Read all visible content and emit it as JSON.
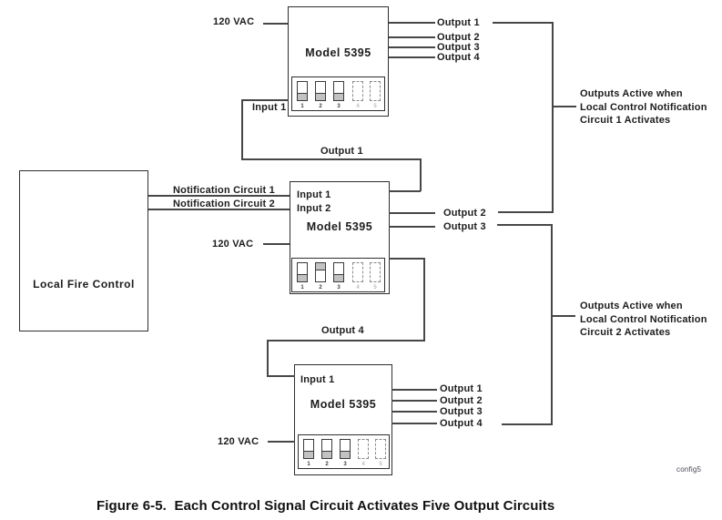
{
  "caption": "Figure 6-5.  Each Control Signal Circuit Activates Five Output Circuits",
  "corner_tag": "config5",
  "fire_control": {
    "label": "Local Fire Control"
  },
  "feeds": {
    "nc1": "Notification Circuit 1",
    "nc2": "Notification Circuit 2"
  },
  "links": {
    "mid_out1_label": "Output 1",
    "mid_out4_label": "Output 4"
  },
  "units": {
    "top": {
      "model": "Model 5395",
      "power": "120 VAC",
      "input": "Input 1",
      "outputs": [
        "Output 1",
        "Output 2",
        "Output 3",
        "Output 4"
      ],
      "dip": {
        "numbers": [
          "1",
          "2",
          "3",
          "4",
          "5"
        ],
        "states": [
          "down",
          "down",
          "down",
          "dashed",
          "dashed"
        ]
      }
    },
    "middle": {
      "model": "Model 5395",
      "power": "120 VAC",
      "input1": "Input 1",
      "input2": "Input 2",
      "outputs": [
        "Output 2",
        "Output 3"
      ],
      "dip": {
        "numbers": [
          "1",
          "2",
          "3",
          "4",
          "5"
        ],
        "states": [
          "down",
          "up",
          "down",
          "dashed",
          "dashed"
        ]
      }
    },
    "bottom": {
      "model": "Model 5395",
      "power": "120 VAC",
      "input": "Input 1",
      "outputs": [
        "Output 1",
        "Output 2",
        "Output 3",
        "Output 4"
      ],
      "dip": {
        "numbers": [
          "1",
          "2",
          "3",
          "4",
          "5"
        ],
        "states": [
          "down",
          "down",
          "down",
          "dashed",
          "dashed"
        ]
      }
    }
  },
  "annotations": {
    "bracket1": [
      "Outputs Active when",
      "Local Control Notification",
      "Circuit 1 Activates"
    ],
    "bracket2": [
      "Outputs Active when",
      "Local Control Notification",
      "Circuit 2 Activates"
    ]
  }
}
